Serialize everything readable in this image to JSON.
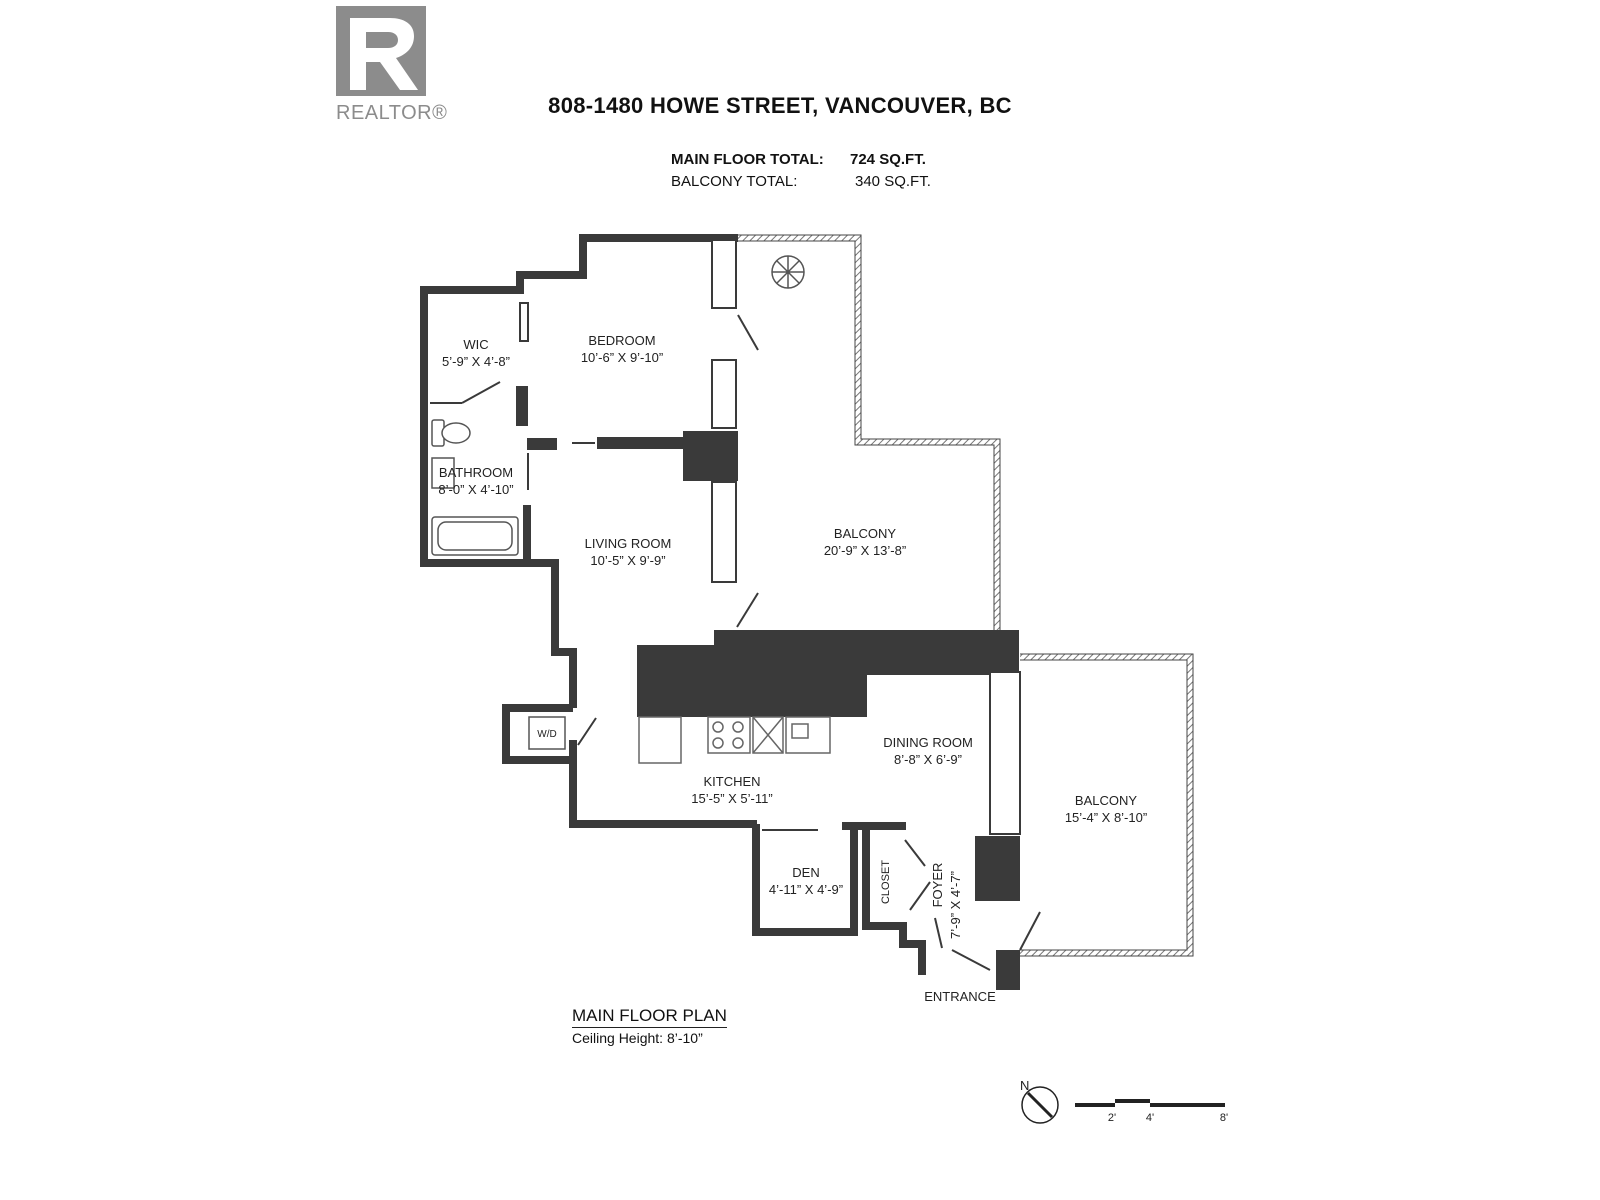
{
  "logo": {
    "text": "REALTOR®",
    "icon": "realtor-r-logo-icon"
  },
  "title": "808-1480 HOWE STREET, VANCOUVER, BC",
  "totals": {
    "main_label": "MAIN FLOOR TOTAL:",
    "main_value": "724 SQ.FT.",
    "balcony_label": "BALCONY TOTAL:",
    "balcony_value": "340 SQ.FT."
  },
  "rooms": {
    "wic": {
      "name": "WIC",
      "dims": "5’-9” X 4’-8”"
    },
    "bedroom": {
      "name": "BEDROOM",
      "dims": "10’-6” X 9’-10”"
    },
    "bathroom": {
      "name": "BATHROOM",
      "dims": "8’-0” X 4’-10”"
    },
    "living": {
      "name": "LIVING ROOM",
      "dims": "10’-5” X 9’-9”"
    },
    "balcony1": {
      "name": "BALCONY",
      "dims": "20’-9” X 13’-8”"
    },
    "kitchen": {
      "name": "KITCHEN",
      "dims": "15’-5” X 5’-11”"
    },
    "dining": {
      "name": "DINING ROOM",
      "dims": "8’-8” X 6’-9”"
    },
    "balcony2": {
      "name": "BALCONY",
      "dims": "15’-4” X 8’-10”"
    },
    "den": {
      "name": "DEN",
      "dims": "4’-11” X 4’-9”"
    },
    "closet": {
      "name": "CLOSET"
    },
    "foyer": {
      "name": "FOYER",
      "dims": "7’-9” X 4’-7”"
    },
    "entrance": {
      "name": "ENTRANCE"
    },
    "wd": {
      "name": "W/D"
    }
  },
  "plan_title": "MAIN FLOOR PLAN",
  "ceiling": "Ceiling Height: 8’-10”",
  "compass": {
    "label": "N",
    "icon": "north-arrow-icon"
  },
  "scale": {
    "ticks": [
      "2'",
      "4'",
      "8'"
    ]
  }
}
